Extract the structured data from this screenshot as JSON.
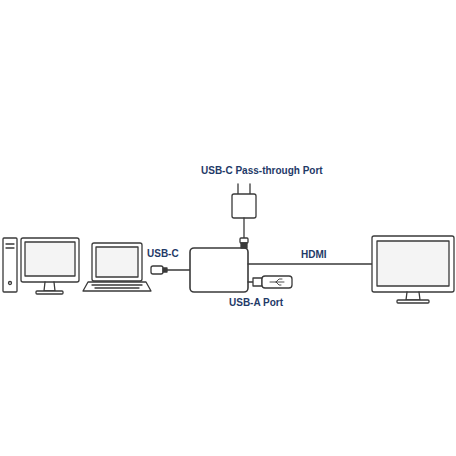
{
  "diagram": {
    "labels": [
      "USB-C Pass-through Port",
      "USB-C",
      "HDMI",
      "USB-A Port"
    ]
  }
}
